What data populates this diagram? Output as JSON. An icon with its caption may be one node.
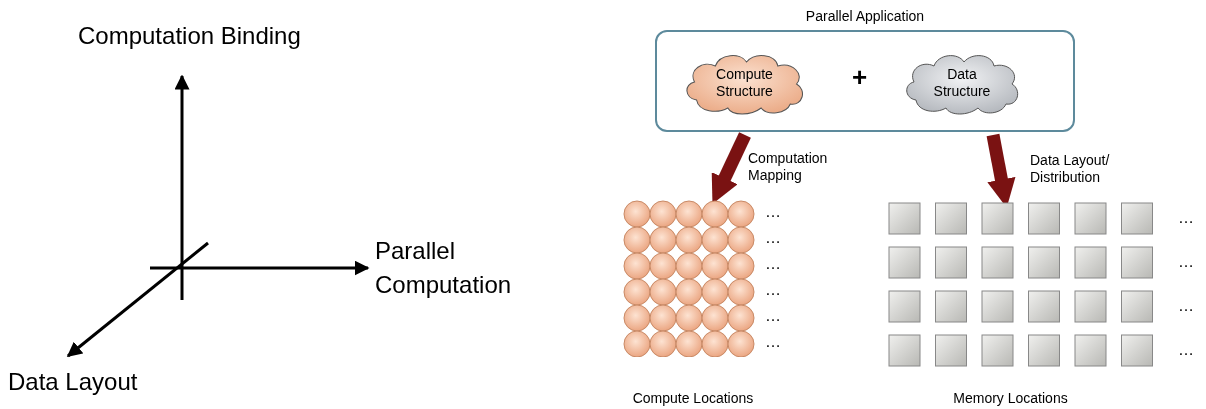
{
  "diagram": {
    "nodes": [
      {
        "text": [
          "Parallel Application"
        ]
      },
      {
        "text": [
          "Compute Structure"
        ],
        "in": 0
      },
      {
        "text": [
          "Data Structure"
        ],
        "in": 0
      },
      {
        "text": [],
        "shape": "grid",
        "beside": [
          "…",
          "…",
          "…",
          "…",
          "…",
          "…",
          "Compute Locations"
        ]
      },
      {
        "text": [],
        "shape": "grid",
        "beside": [
          "…",
          "…",
          "…",
          "…",
          "Memory Locations"
        ]
      }
    ],
    "edges": [
      {
        "from": 0,
        "to": 3,
        "arrow": "to",
        "label": "Computation Mapping",
        "color": "#7a1212"
      },
      {
        "from": 0,
        "to": 4,
        "arrow": "to",
        "label": "Data Layout/ Distribution",
        "color": "#7a1212"
      }
    ],
    "labels": [
      "Computation Binding",
      "+",
      "Parallel Computation",
      "Data Layout"
    ]
  }
}
